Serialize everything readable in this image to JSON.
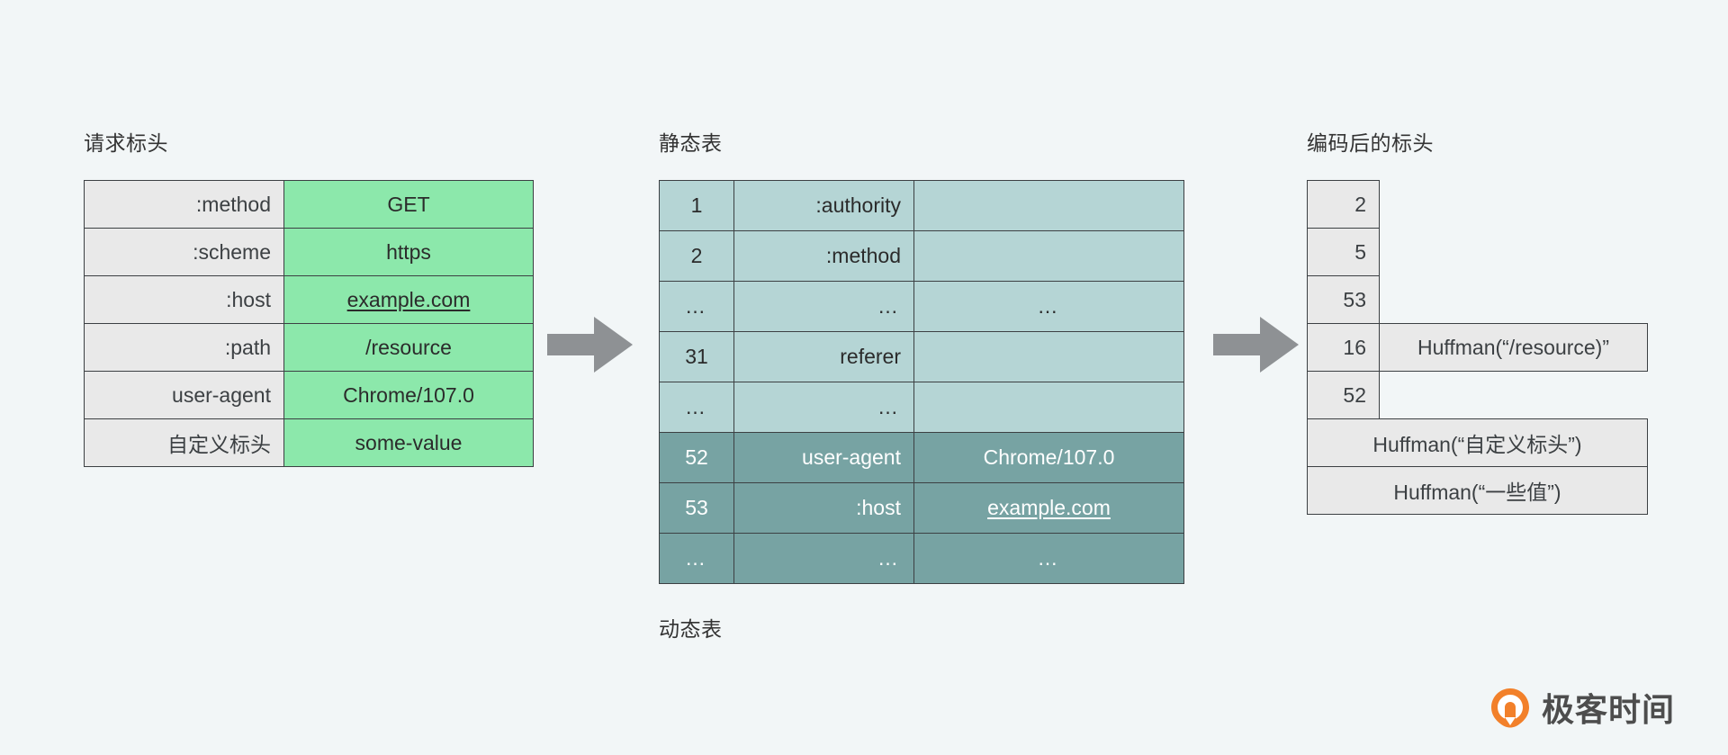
{
  "background_color": "#f2f6f7",
  "captions": {
    "request_headers": "请求标头",
    "static_table": "静态表",
    "dynamic_table": "动态表",
    "encoded_headers": "编码后的标头"
  },
  "colors": {
    "key_cell": "#e9e9e9",
    "value_cell_green": "#8ce8ab",
    "static_row_teal": "#b5d5d5",
    "dynamic_row_teal": "#77a3a3",
    "arrow_gray": "#8e9194",
    "logo_orange": "#f2802a",
    "logo_text": "#4d4d4d",
    "border": "#3c4043"
  },
  "request_headers": {
    "title": "请求标头",
    "rows": [
      {
        "key": ":method",
        "value": "GET",
        "underline": false
      },
      {
        "key": ":scheme",
        "value": "https",
        "underline": false
      },
      {
        "key": ":host",
        "value": "example.com",
        "underline": true
      },
      {
        "key": ":path",
        "value": "/resource",
        "underline": false
      },
      {
        "key": "user-agent",
        "value": "Chrome/107.0",
        "underline": false
      },
      {
        "key": "自定义标头",
        "value": "some-value",
        "underline": false
      }
    ]
  },
  "static_dynamic_table": {
    "title": "静态表",
    "footer_title": "动态表",
    "rows": [
      {
        "index": "1",
        "name": ":authority",
        "value": "",
        "kind": "static",
        "underline": false
      },
      {
        "index": "2",
        "name": ":method",
        "value": "",
        "kind": "static",
        "underline": false
      },
      {
        "index": "…",
        "name": "…",
        "value": "…",
        "kind": "static",
        "underline": false
      },
      {
        "index": "31",
        "name": "referer",
        "value": "",
        "kind": "static",
        "underline": false
      },
      {
        "index": "…",
        "name": "…",
        "value": "",
        "kind": "static",
        "underline": false
      },
      {
        "index": "52",
        "name": "user-agent",
        "value": "Chrome/107.0",
        "kind": "dynamic",
        "underline": false
      },
      {
        "index": "53",
        "name": ":host",
        "value": "example.com",
        "kind": "dynamic",
        "underline": true
      },
      {
        "index": "…",
        "name": "…",
        "value": "…",
        "kind": "dynamic",
        "underline": false
      }
    ]
  },
  "encoded_headers": {
    "title": "编码后的标头",
    "rows": [
      {
        "layout": "index-only",
        "index": "2",
        "payload": ""
      },
      {
        "layout": "index-only",
        "index": "5",
        "payload": ""
      },
      {
        "layout": "index-only",
        "index": "53",
        "payload": ""
      },
      {
        "layout": "index-payload",
        "index": "16",
        "payload": "Huffman(“/resource)”"
      },
      {
        "layout": "index-only",
        "index": "52",
        "payload": ""
      },
      {
        "layout": "full-width",
        "index": "",
        "payload": "Huffman(“自定义标头”)"
      },
      {
        "layout": "full-width",
        "index": "",
        "payload": "Huffman(“一些值”)"
      }
    ]
  },
  "arrows": [
    {
      "name": "arrow-headers-to-static"
    },
    {
      "name": "arrow-static-to-encoded"
    }
  ],
  "logo": {
    "text": "极客时间",
    "icon": "geektime-drop-icon"
  }
}
